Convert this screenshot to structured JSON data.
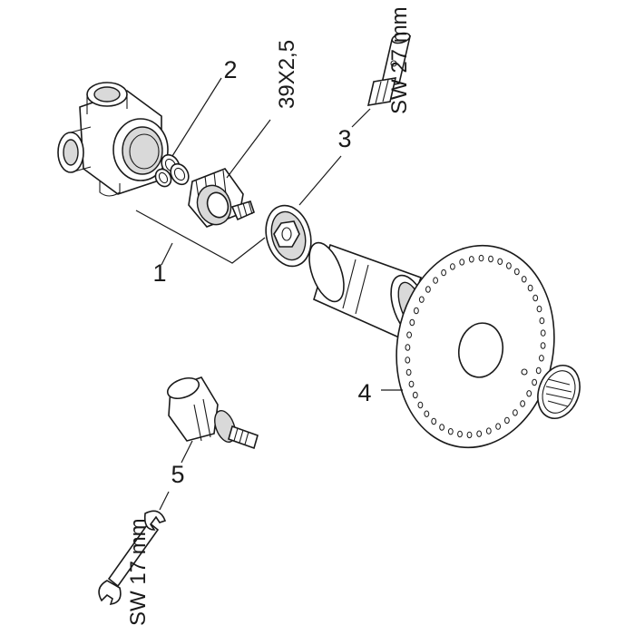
{
  "labels": {
    "part_1": "1",
    "part_2": "2",
    "part_3": "3",
    "part_4": "4",
    "part_5": "5",
    "oring_size": "39X2,5",
    "wrench_top": "SW 27 mm",
    "wrench_bottom": "SW 17 mm"
  },
  "colors": {
    "line": "#1a1a1a",
    "fill": "#ffffff",
    "shade": "#d9d9d9"
  }
}
